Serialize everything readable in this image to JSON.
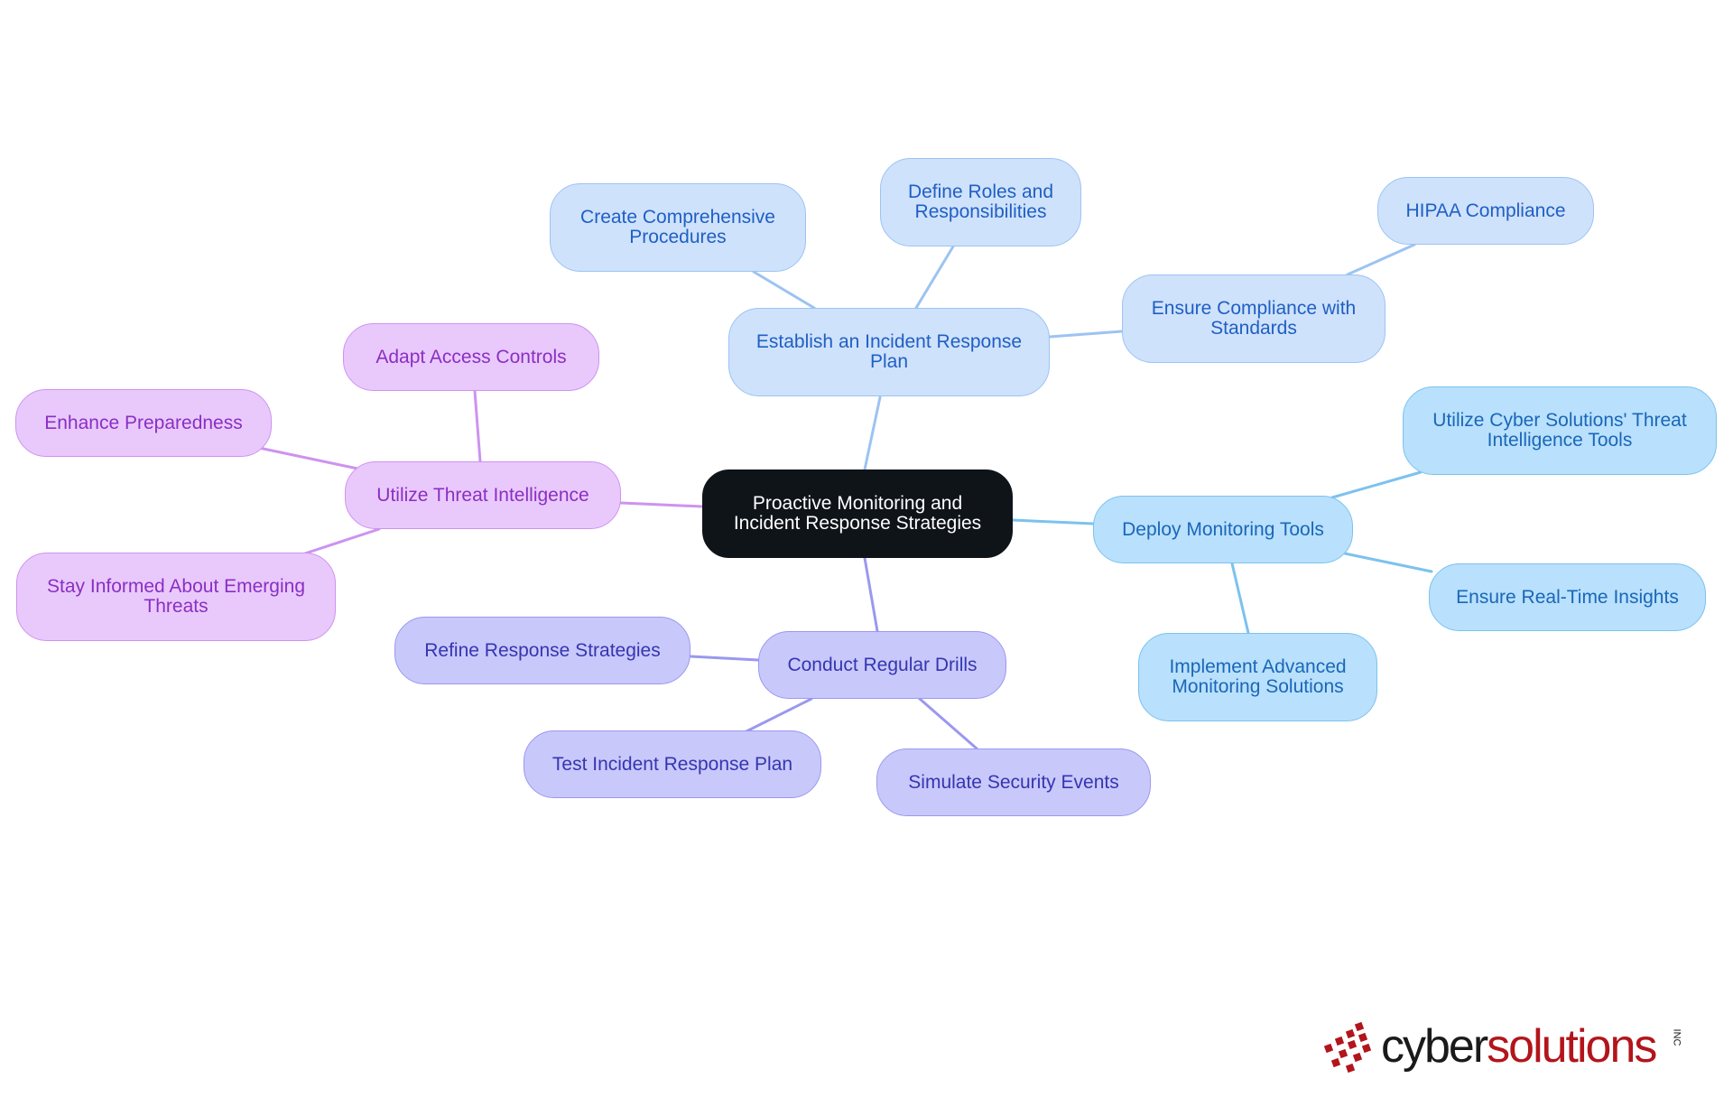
{
  "diagram": {
    "root": "Proactive Monitoring and Incident Response Strategies",
    "branches": [
      {
        "label": "Establish an Incident Response Plan",
        "color": "#cfe2fb",
        "children": [
          "Create Comprehensive Procedures",
          "Define Roles and Responsibilities",
          "Ensure Compliance with Standards"
        ],
        "grandchildren": [
          "HIPAA Compliance"
        ]
      },
      {
        "label": "Deploy Monitoring Tools",
        "color": "#b9e0fc",
        "children": [
          "Utilize Cyber Solutions' Threat Intelligence Tools",
          "Ensure Real-Time Insights",
          "Implement Advanced Monitoring Solutions"
        ]
      },
      {
        "label": "Conduct Regular Drills",
        "color": "#c9c8fb",
        "children": [
          "Refine Response Strategies",
          "Test Incident Response Plan",
          "Simulate Security Events"
        ]
      },
      {
        "label": "Utilize Threat Intelligence",
        "color": "#e9c9fc",
        "children": [
          "Adapt Access Controls",
          "Enhance Preparedness",
          "Stay Informed About Emerging Threats"
        ]
      }
    ]
  },
  "logo": {
    "text_main": "cyber",
    "text_accent": "solutions",
    "suffix": "INC",
    "colors": {
      "main": "#1a1a1a",
      "accent": "#b2151b"
    }
  }
}
